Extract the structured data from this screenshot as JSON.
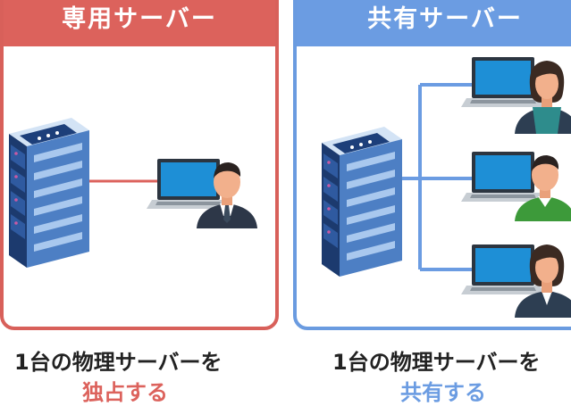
{
  "dedicated": {
    "title": "専用サーバー",
    "caption_line1": "1台の物理サーバーを",
    "caption_line2": "独占する",
    "accent_color": "#dc625c"
  },
  "shared": {
    "title": "共有サーバー",
    "caption_line1": "1台の物理サーバーを",
    "caption_line2": "共有する",
    "accent_color": "#6b9ce2"
  },
  "icons": {
    "server": "server-rack-icon",
    "laptop": "laptop-icon",
    "person_male": "businessman-icon",
    "person_female": "businesswoman-icon"
  }
}
